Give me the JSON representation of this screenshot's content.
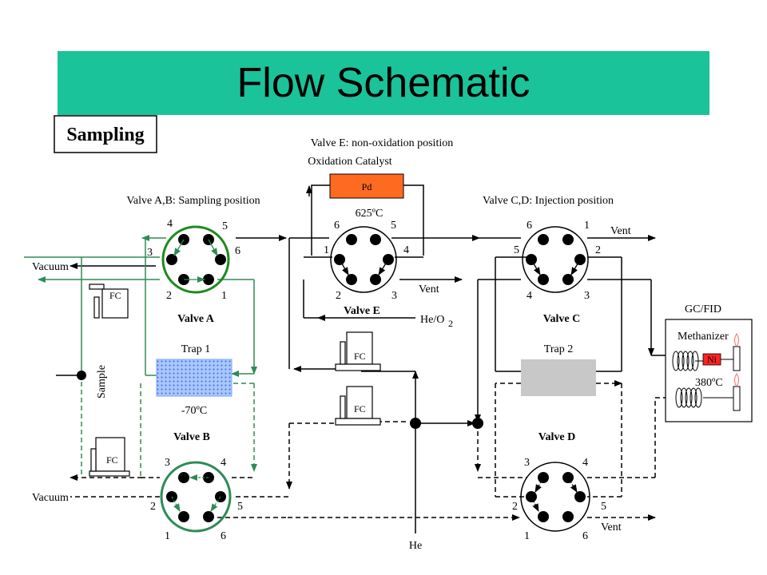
{
  "title": "Flow Schematic",
  "mode_label": "Sampling",
  "valve_e_header": "Valve E: non-oxidation position",
  "oxidation_catalyst": "Oxidation Catalyst",
  "pd": "Pd",
  "temp_625": "625ºC",
  "valve_ab_header": "Valve A,B: Sampling position",
  "valve_cd_header": "Valve C,D: Injection position",
  "valve_a": "Valve A",
  "valve_b": "Valve B",
  "valve_c": "Valve C",
  "valve_d": "Valve D",
  "valve_e": "Valve E",
  "trap1": "Trap 1",
  "trap2": "Trap 2",
  "temp_minus70": "-70ºC",
  "vacuum": "Vacuum",
  "vent": "Vent",
  "he_o2": "He/O",
  "he_o2_sub": "2",
  "he": "He",
  "sample": "Sample",
  "fc": "FC",
  "gc_fid": "GC/FID",
  "methanizer": "Methanizer",
  "ni": "Ni",
  "temp_380": "380ºC",
  "port_labels": {
    "a": [
      "4",
      "5",
      "3",
      "6",
      "2",
      "1"
    ],
    "b": [
      "3",
      "4",
      "2",
      "5",
      "1",
      "6"
    ],
    "c": [
      "6",
      "1",
      "5",
      "2",
      "4",
      "3"
    ],
    "d": [
      "3",
      "4",
      "2",
      "5",
      "1",
      "6"
    ],
    "e": [
      "6",
      "5",
      "1",
      "4",
      "2",
      "3"
    ]
  },
  "colors": {
    "title_bg": "#1bc39a",
    "green_line": "#2e8b57",
    "valve_a_ring": "#1e8a1e",
    "pd_fill": "#ff6a21",
    "trap1_fill": "#8fb4ff",
    "trap2_fill": "#c8c8c8",
    "ni_fill": "#ff2222"
  }
}
